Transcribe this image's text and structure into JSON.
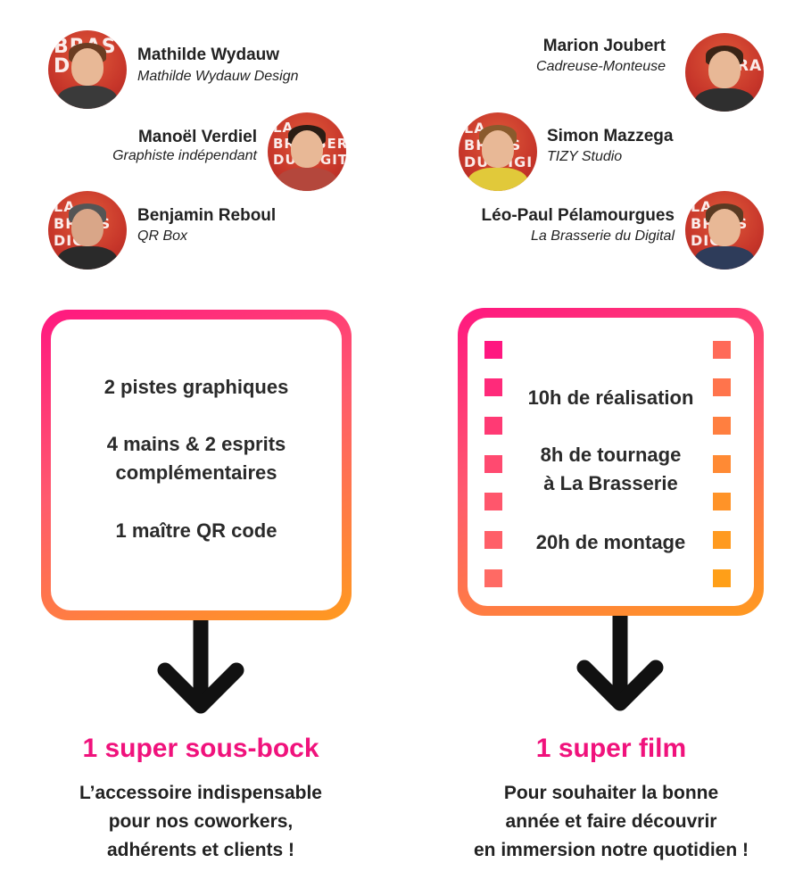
{
  "people": [
    {
      "name": "Mathilde Wydauw",
      "role": "Mathilde Wydauw Design",
      "badge": "BRAS\nDI"
    },
    {
      "name": "Manoël Verdiel",
      "role": "Graphiste indépendant",
      "badge": "LA\nBRASSER\nDU DIGIT"
    },
    {
      "name": "Benjamin Reboul",
      "role": "QR Box",
      "badge": "LA\nBRASS\nDIGI"
    },
    {
      "name": "Marion Joubert",
      "role": "Cadreuse-Monteuse",
      "badge": "BRASS"
    },
    {
      "name": "Simon Mazzega",
      "role": "TIZY Studio",
      "badge": "LA\nBRASS\nDU DIGI"
    },
    {
      "name": "Léo-Paul Pélamourgues",
      "role": "La Brasserie du Digital",
      "badge": "LA\nBRASS\nDIGI"
    }
  ],
  "left_card": {
    "facts": [
      "2 pistes graphiques",
      "4 mains & 2 esprits",
      "complémentaires",
      "1 maître QR code"
    ]
  },
  "right_card": {
    "facts": [
      "10h de réalisation",
      "8h de tournage",
      "à La Brasserie",
      "20h de montage"
    ]
  },
  "left_outcome": {
    "title": "1 super sous-bock",
    "lines": [
      "L’accessoire indispensable",
      "pour nos coworkers,",
      "adhérents et clients !"
    ]
  },
  "right_outcome": {
    "title": "1 super film",
    "lines": [
      "Pour souhaiter la bonne",
      "année et faire découvrir",
      "en immersion notre quotidien !"
    ]
  },
  "colors": {
    "accent_pink": "#f0127c",
    "accent_orange": "#ff9a1f",
    "avatar_bg": "#c7362a"
  }
}
